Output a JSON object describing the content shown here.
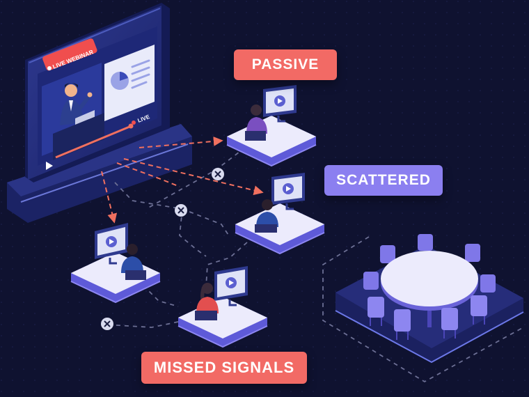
{
  "screen": {
    "badge": "LIVE WEBINAR",
    "live_indicator": "LIVE"
  },
  "labels": {
    "passive": "PASSIVE",
    "scattered": "SCATTERED",
    "missed_signals": "MISSED SIGNALS"
  },
  "colors": {
    "background": "#0f1230",
    "label_red": "#f26a65",
    "label_purple": "#8b7ff0",
    "arrow_red": "#f0705f",
    "dashed_gray": "#6c6f94",
    "platform_top": "#e9e8fb",
    "platform_side": "#5e5ad8",
    "monitor_frame": "#2f3a8f",
    "chair_purple": "#7f77e8"
  }
}
